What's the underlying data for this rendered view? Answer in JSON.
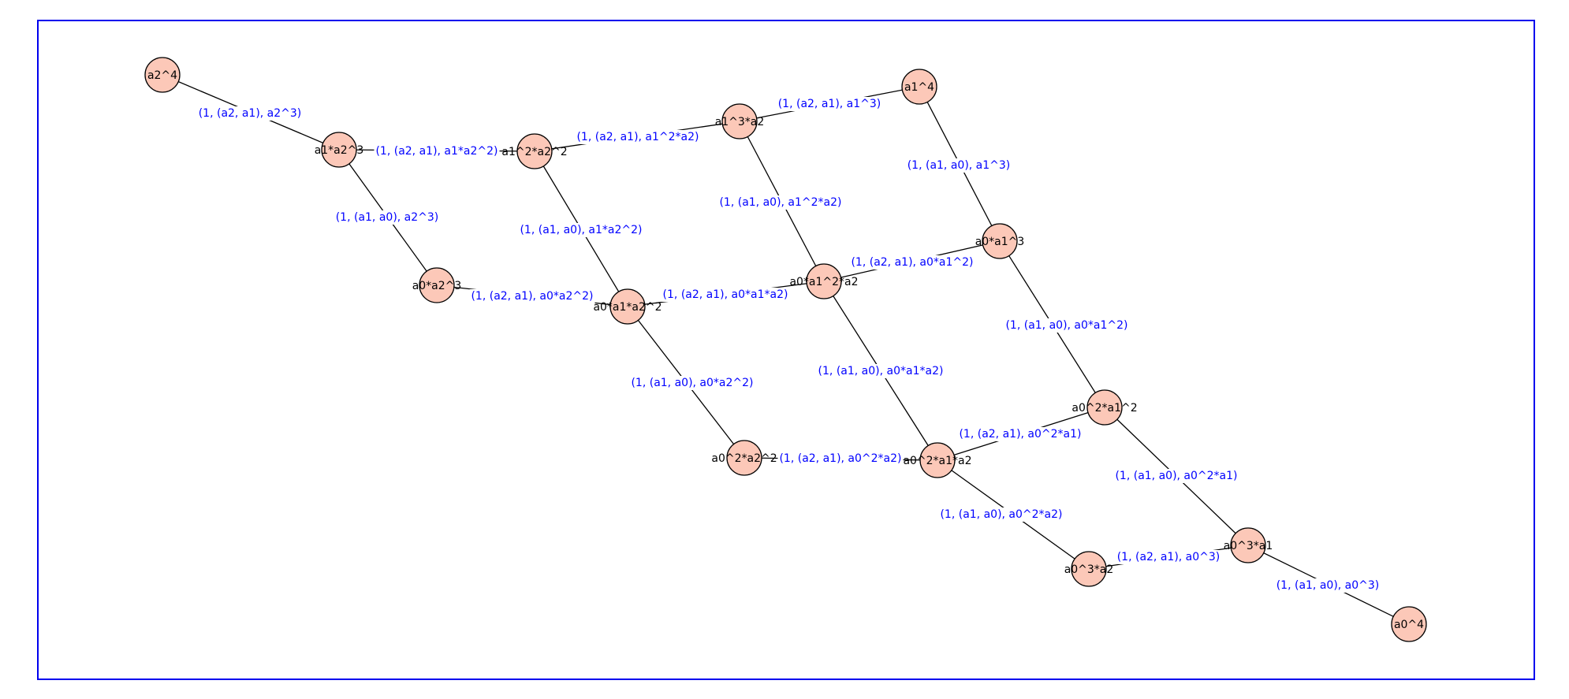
{
  "graph": {
    "colors": {
      "frame": "#0000ee",
      "node_fill": "#fcc8b8",
      "edge": "#000000",
      "edge_label": "#0000ff",
      "node_label": "#000000"
    },
    "nodes": [
      {
        "id": "a2^4"
      },
      {
        "id": "a1*a2^3"
      },
      {
        "id": "a1^2*a2^2"
      },
      {
        "id": "a1^3*a2"
      },
      {
        "id": "a1^4"
      },
      {
        "id": "a0*a2^3"
      },
      {
        "id": "a0*a1*a2^2"
      },
      {
        "id": "a0*a1^2*a2"
      },
      {
        "id": "a0*a1^3"
      },
      {
        "id": "a0^2*a2^2"
      },
      {
        "id": "a0^2*a1*a2"
      },
      {
        "id": "a0^2*a1^2"
      },
      {
        "id": "a0^3*a2"
      },
      {
        "id": "a0^3*a1"
      },
      {
        "id": "a0^4"
      }
    ],
    "edges": [
      {
        "from": "a2^4",
        "to": "a1*a2^3",
        "label": "(1, (a2, a1), a2^3)"
      },
      {
        "from": "a1*a2^3",
        "to": "a1^2*a2^2",
        "label": "(1, (a2, a1), a1*a2^2)"
      },
      {
        "from": "a1^2*a2^2",
        "to": "a1^3*a2",
        "label": "(1, (a2, a1), a1^2*a2)"
      },
      {
        "from": "a1^3*a2",
        "to": "a1^4",
        "label": "(1, (a2, a1), a1^3)"
      },
      {
        "from": "a1*a2^3",
        "to": "a0*a2^3",
        "label": "(1, (a1, a0), a2^3)"
      },
      {
        "from": "a1^2*a2^2",
        "to": "a0*a1*a2^2",
        "label": "(1, (a1, a0), a1*a2^2)"
      },
      {
        "from": "a1^3*a2",
        "to": "a0*a1^2*a2",
        "label": "(1, (a1, a0), a1^2*a2)"
      },
      {
        "from": "a1^4",
        "to": "a0*a1^3",
        "label": "(1, (a1, a0), a1^3)"
      },
      {
        "from": "a0*a2^3",
        "to": "a0*a1*a2^2",
        "label": "(1, (a2, a1), a0*a2^2)"
      },
      {
        "from": "a0*a1*a2^2",
        "to": "a0*a1^2*a2",
        "label": "(1, (a2, a1), a0*a1*a2)"
      },
      {
        "from": "a0*a1^2*a2",
        "to": "a0*a1^3",
        "label": "(1, (a2, a1), a0*a1^2)"
      },
      {
        "from": "a0*a1*a2^2",
        "to": "a0^2*a2^2",
        "label": "(1, (a1, a0), a0*a2^2)"
      },
      {
        "from": "a0*a1^2*a2",
        "to": "a0^2*a1*a2",
        "label": "(1, (a1, a0), a0*a1*a2)"
      },
      {
        "from": "a0*a1^3",
        "to": "a0^2*a1^2",
        "label": "(1, (a1, a0), a0*a1^2)"
      },
      {
        "from": "a0^2*a2^2",
        "to": "a0^2*a1*a2",
        "label": "(1, (a2, a1), a0^2*a2)"
      },
      {
        "from": "a0^2*a1*a2",
        "to": "a0^2*a1^2",
        "label": "(1, (a2, a1), a0^2*a1)"
      },
      {
        "from": "a0^2*a1*a2",
        "to": "a0^3*a2",
        "label": "(1, (a1, a0), a0^2*a2)"
      },
      {
        "from": "a0^2*a1^2",
        "to": "a0^3*a1",
        "label": "(1, (a1, a0), a0^2*a1)"
      },
      {
        "from": "a0^3*a2",
        "to": "a0^3*a1",
        "label": "(1, (a2, a1), a0^3)"
      },
      {
        "from": "a0^3*a1",
        "to": "a0^4",
        "label": "(1, (a1, a0), a0^3)"
      }
    ]
  }
}
